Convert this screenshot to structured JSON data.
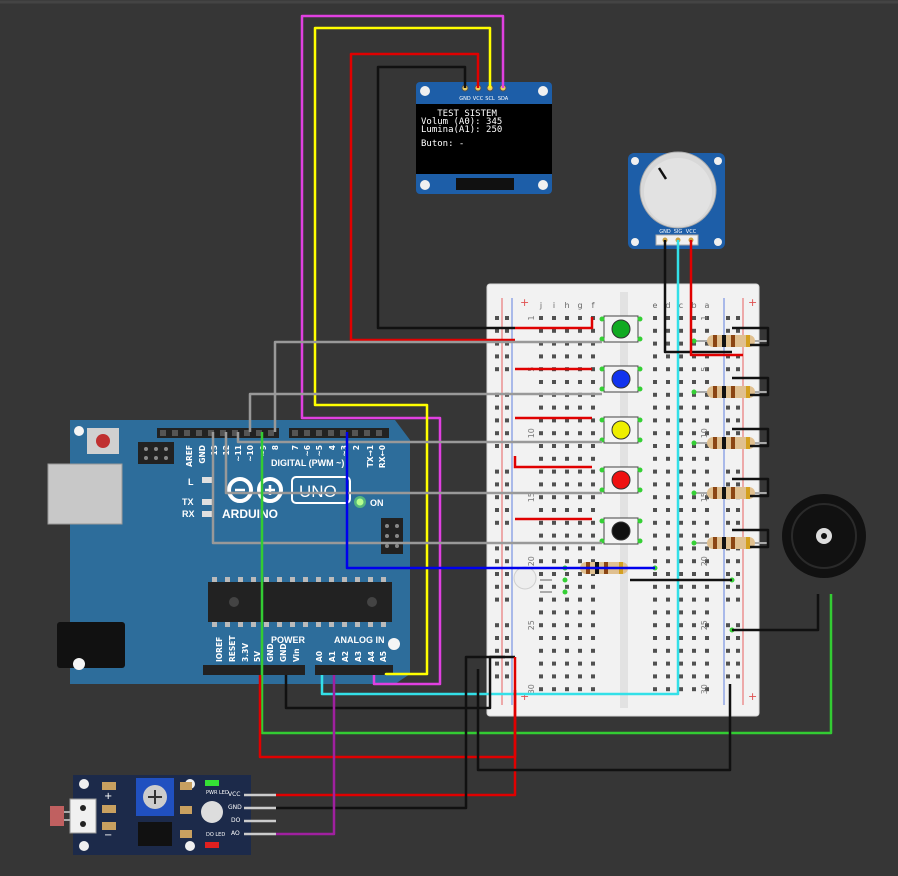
{
  "oled": {
    "pins": [
      "GND",
      "VCC",
      "SCL",
      "SDA"
    ],
    "lines": [
      "   TEST SISTEM",
      "Volum (A0): 345",
      "Lumina(A1): 250",
      "",
      "Buton: -"
    ]
  },
  "potentiometer": {
    "pins": [
      "GND",
      "SIG",
      "VCC"
    ]
  },
  "arduino": {
    "brand": "ARDUINO",
    "model": "UNO",
    "on_label": "ON",
    "digital_label": "DIGITAL (PWM ~)",
    "analog_label": "ANALOG IN",
    "power_label": "POWER",
    "led_l": "L",
    "led_tx": "TX",
    "led_rx": "RX",
    "top_pins": [
      "AREF",
      "GND",
      "13",
      "12",
      "~11",
      "~10",
      "~9",
      "8",
      "7",
      "~6",
      "~5",
      "4",
      "~3",
      "2",
      "TX→1",
      "RX←0"
    ],
    "power_pins": [
      "IOREF",
      "RESET",
      "3.3V",
      "5V",
      "GND",
      "GND",
      "Vin"
    ],
    "analog_pins": [
      "A0",
      "A1",
      "A2",
      "A3",
      "A4",
      "A5"
    ]
  },
  "breadboard": {
    "col_letters": [
      "j",
      "i",
      "h",
      "g",
      "f",
      "e",
      "d",
      "c",
      "b",
      "a"
    ],
    "row_numbers": [
      "1",
      "5",
      "10",
      "15",
      "20",
      "25",
      "30"
    ]
  },
  "sensor_module": {
    "pins": [
      "VCC",
      "GND",
      "DO",
      "AO"
    ],
    "pwr_led": "PWR LED",
    "do_led": "DO LED"
  },
  "colors": {
    "background": "#363636",
    "wire_red": "#e00000",
    "wire_black": "#111111",
    "wire_yellow": "#ffff00",
    "wire_magenta": "#e040e0",
    "wire_gray": "#999999",
    "wire_green": "#33cc33",
    "wire_blue": "#0000ee",
    "wire_cyan": "#33e0e8",
    "wire_purple": "#a020a0",
    "board_blue": "#2d6d9b",
    "button_caps": [
      "#11aa22",
      "#1133ee",
      "#eeee00",
      "#ee1111",
      "#111111"
    ]
  }
}
